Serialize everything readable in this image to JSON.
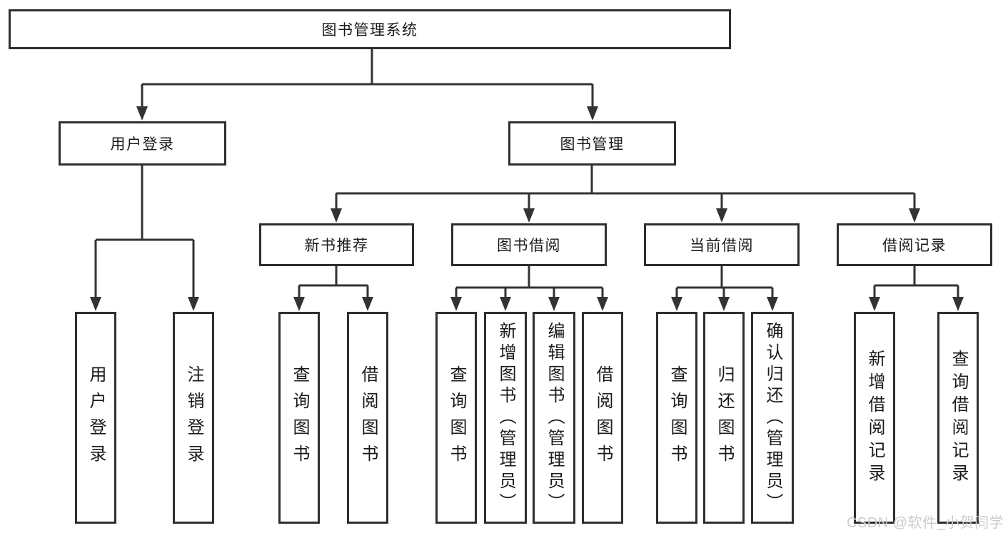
{
  "diagram": {
    "type": "hierarchy-tree",
    "root": {
      "label": "图书管理系统"
    },
    "branches": [
      {
        "label": "用户登录",
        "children": [
          {
            "label": "用户登录"
          },
          {
            "label": "注销登录"
          }
        ]
      },
      {
        "label": "图书管理",
        "children": [
          {
            "label": "新书推荐",
            "children": [
              {
                "label": "查询图书"
              },
              {
                "label": "借阅图书"
              }
            ]
          },
          {
            "label": "图书借阅",
            "children": [
              {
                "label": "查询图书"
              },
              {
                "label": "新增图书（管理员）"
              },
              {
                "label": "编辑图书（管理员）"
              },
              {
                "label": "借阅图书"
              }
            ]
          },
          {
            "label": "当前借阅",
            "children": [
              {
                "label": "查询图书"
              },
              {
                "label": "归还图书"
              },
              {
                "label": "确认归还（管理员）"
              }
            ]
          },
          {
            "label": "借阅记录",
            "children": [
              {
                "label": "新增借阅记录"
              },
              {
                "label": "查询借阅记录"
              }
            ]
          }
        ]
      }
    ]
  },
  "watermark": {
    "text": "CSDN @软件_小贺同学",
    "color": "#cccccc"
  },
  "colors": {
    "background": "#ffffff",
    "line": "#333333",
    "box_border": "#2e2e2e",
    "text": "#1a1a1a"
  }
}
